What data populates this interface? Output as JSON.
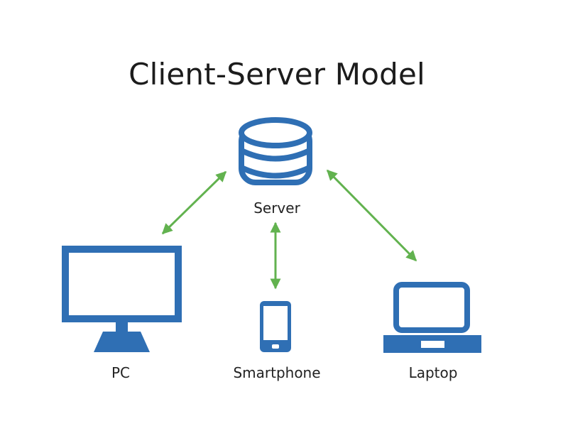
{
  "title": "Client-Server Model",
  "nodes": {
    "server": {
      "label": "Server",
      "icon": "database-icon"
    },
    "pc": {
      "label": "PC",
      "icon": "desktop-monitor-icon"
    },
    "smartphone": {
      "label": "Smartphone",
      "icon": "smartphone-icon"
    },
    "laptop": {
      "label": "Laptop",
      "icon": "laptop-icon"
    }
  },
  "connections": [
    {
      "from": "server",
      "to": "pc",
      "type": "bidirectional"
    },
    {
      "from": "server",
      "to": "smartphone",
      "type": "bidirectional"
    },
    {
      "from": "server",
      "to": "laptop",
      "type": "bidirectional"
    }
  ],
  "colors": {
    "icon": "#2f6fb4",
    "arrow": "#62b24f",
    "text": "#1c1c1c",
    "background": "#ffffff"
  }
}
